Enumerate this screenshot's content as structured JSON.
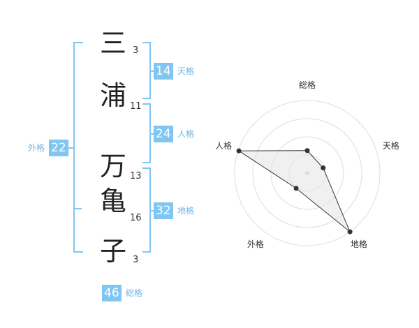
{
  "name": {
    "chars": [
      {
        "char": "三",
        "strokes": "3"
      },
      {
        "char": "浦",
        "strokes": "11"
      },
      {
        "char": "万",
        "strokes": "13"
      },
      {
        "char": "亀",
        "strokes": "16"
      },
      {
        "char": "子",
        "strokes": "3"
      }
    ]
  },
  "kaku": {
    "tenkaku": {
      "label": "天格",
      "value": "14"
    },
    "jinkaku": {
      "label": "人格",
      "value": "24"
    },
    "chikaku": {
      "label": "地格",
      "value": "32"
    },
    "gaikaku": {
      "label": "外格",
      "value": "22"
    },
    "soukaku": {
      "label": "総格",
      "value": "46"
    }
  },
  "colors": {
    "accent": "#7fc6f2",
    "grid": "#dddddd",
    "fill": "#e6e6e6"
  },
  "chart_data": {
    "type": "radar",
    "axes": [
      "総格",
      "天格",
      "地格",
      "外格",
      "人格"
    ],
    "values": [
      0.31,
      0.23,
      1.0,
      0.26,
      0.99
    ],
    "max": 1,
    "rings": 4
  }
}
